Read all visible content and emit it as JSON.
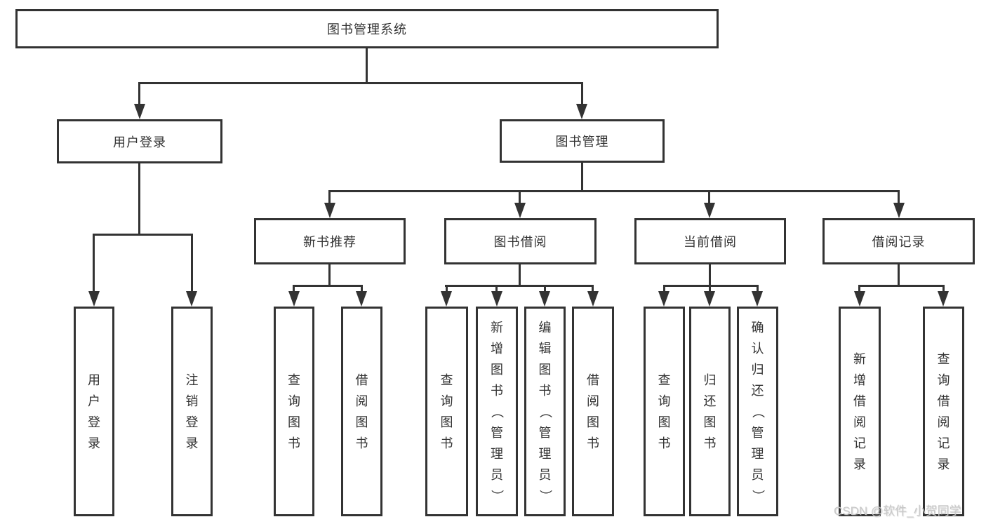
{
  "tree": {
    "root": {
      "label": "图书管理系统",
      "children": [
        {
          "label": "用户登录",
          "children": [
            {
              "label": "用户登录"
            },
            {
              "label": "注销登录"
            }
          ]
        },
        {
          "label": "图书管理",
          "children": [
            {
              "label": "新书推荐",
              "children": [
                {
                  "label": "查询图书"
                },
                {
                  "label": "借阅图书"
                }
              ]
            },
            {
              "label": "图书借阅",
              "children": [
                {
                  "label": "查询图书"
                },
                {
                  "label": "新增图书（管理员）"
                },
                {
                  "label": "编辑图书（管理员）"
                },
                {
                  "label": "借阅图书"
                }
              ]
            },
            {
              "label": "当前借阅",
              "children": [
                {
                  "label": "查询图书"
                },
                {
                  "label": "归还图书"
                },
                {
                  "label": "确认归还（管理员）"
                }
              ]
            },
            {
              "label": "借阅记录",
              "children": [
                {
                  "label": "新增借阅记录"
                },
                {
                  "label": "查询借阅记录"
                }
              ]
            }
          ]
        }
      ]
    }
  },
  "watermark": "CSDN @软件_小贺同学",
  "colors": {
    "line": "#333333",
    "text": "#333333",
    "background": "#ffffff",
    "watermark": "#c9c9c9"
  }
}
